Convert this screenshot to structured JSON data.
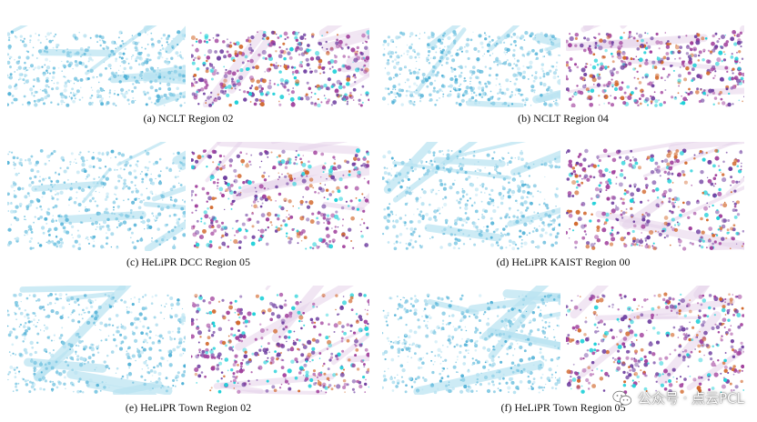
{
  "figure": {
    "panels": [
      {
        "id": "a",
        "caption": "(a) NCLT Region 02"
      },
      {
        "id": "b",
        "caption": "(b) NCLT Region 04"
      },
      {
        "id": "c",
        "caption": "(c) HeLiPR DCC Region 05"
      },
      {
        "id": "d",
        "caption": "(d) HeLiPR KAIST Region 00"
      },
      {
        "id": "e",
        "caption": "(e) HeLiPR Town Region 02"
      },
      {
        "id": "f",
        "caption": "(f) HeLiPR Town Region 05"
      }
    ]
  },
  "colors": {
    "cloud_blue": "#7ec8e3",
    "cloud_blue_light": "#b9e3f2",
    "cloud_blue_dark": "#4fb0d6",
    "magenta": "#a0409c",
    "purple": "#6f3fa0",
    "orange": "#d2692e",
    "cyan": "#1fd0d8"
  },
  "watermark": {
    "text": "公众号 · 点云PCL",
    "icon": "wechat-icon"
  }
}
